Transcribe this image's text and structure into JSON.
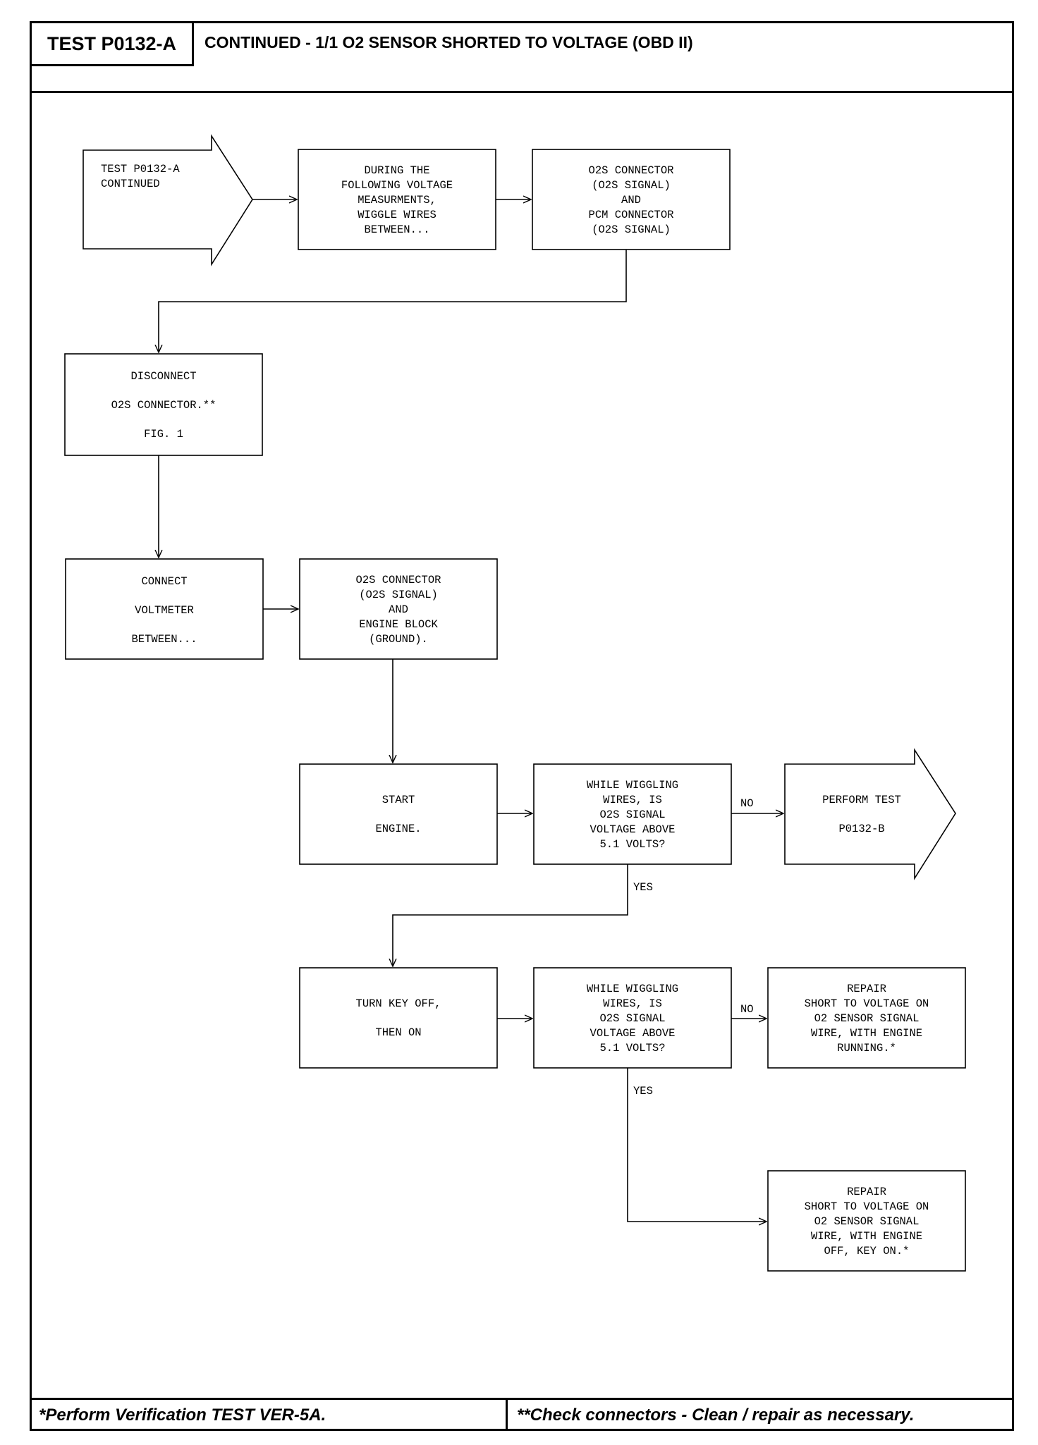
{
  "header": {
    "test_id": "TEST P0132-A",
    "title": "CONTINUED - 1/1 O2 SENSOR SHORTED TO VOLTAGE (OBD II)"
  },
  "footer": {
    "left": "*Perform Verification TEST VER-5A.",
    "right": "**Check connectors - Clean / repair as necessary."
  },
  "flow": {
    "start": [
      "TEST P0132-A",
      "CONTINUED"
    ],
    "wiggle_during": [
      "DURING THE",
      "FOLLOWING VOLTAGE",
      "MEASURMENTS,",
      "WIGGLE WIRES",
      "BETWEEN..."
    ],
    "wiggle_between": [
      "O2S CONNECTOR",
      "(O2S SIGNAL)",
      "AND",
      "PCM CONNECTOR",
      "(O2S SIGNAL)"
    ],
    "disconnect": [
      "DISCONNECT",
      "O2S CONNECTOR.**",
      "FIG. 1"
    ],
    "connect_voltmeter": [
      "CONNECT",
      "VOLTMETER",
      "BETWEEN..."
    ],
    "measure_points": [
      "O2S CONNECTOR",
      "(O2S SIGNAL)",
      "AND",
      "ENGINE BLOCK",
      "(GROUND)."
    ],
    "start_engine": [
      "START",
      "ENGINE."
    ],
    "question_1": [
      "WHILE WIGGLING",
      "WIRES, IS",
      "O2S SIGNAL",
      "VOLTAGE ABOVE",
      "5.1 VOLTS?"
    ],
    "perform_test": [
      "PERFORM TEST",
      "P0132-B"
    ],
    "key_cycle": [
      "TURN KEY OFF,",
      "THEN ON"
    ],
    "question_2": [
      "WHILE WIGGLING",
      "WIRES, IS",
      "O2S SIGNAL",
      "VOLTAGE ABOVE",
      "5.1 VOLTS?"
    ],
    "repair_running": [
      "REPAIR",
      "SHORT TO VOLTAGE ON",
      "O2 SENSOR SIGNAL",
      "WIRE, WITH ENGINE",
      "RUNNING.*"
    ],
    "repair_key_on": [
      "REPAIR",
      "SHORT TO VOLTAGE ON",
      "O2 SENSOR SIGNAL",
      "WIRE, WITH ENGINE",
      "OFF, KEY ON.*"
    ],
    "labels": {
      "no_1": "NO",
      "yes_1": "YES",
      "no_2": "NO",
      "yes_2": "YES"
    }
  }
}
